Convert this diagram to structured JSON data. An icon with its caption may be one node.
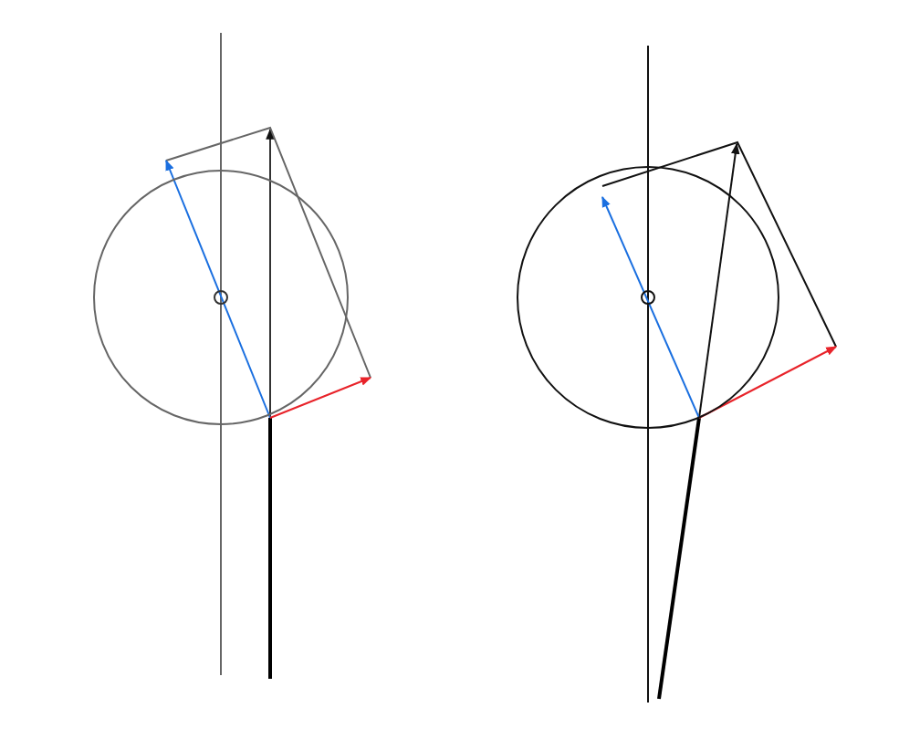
{
  "diagram": {
    "nodes": [
      {
        "text": [],
        "shape": "circle"
      },
      {
        "text": [],
        "shape": "circle",
        "in": 0
      },
      {
        "text": [],
        "shape": "circle"
      },
      {
        "text": [],
        "shape": "circle",
        "in": 2
      }
    ]
  }
}
